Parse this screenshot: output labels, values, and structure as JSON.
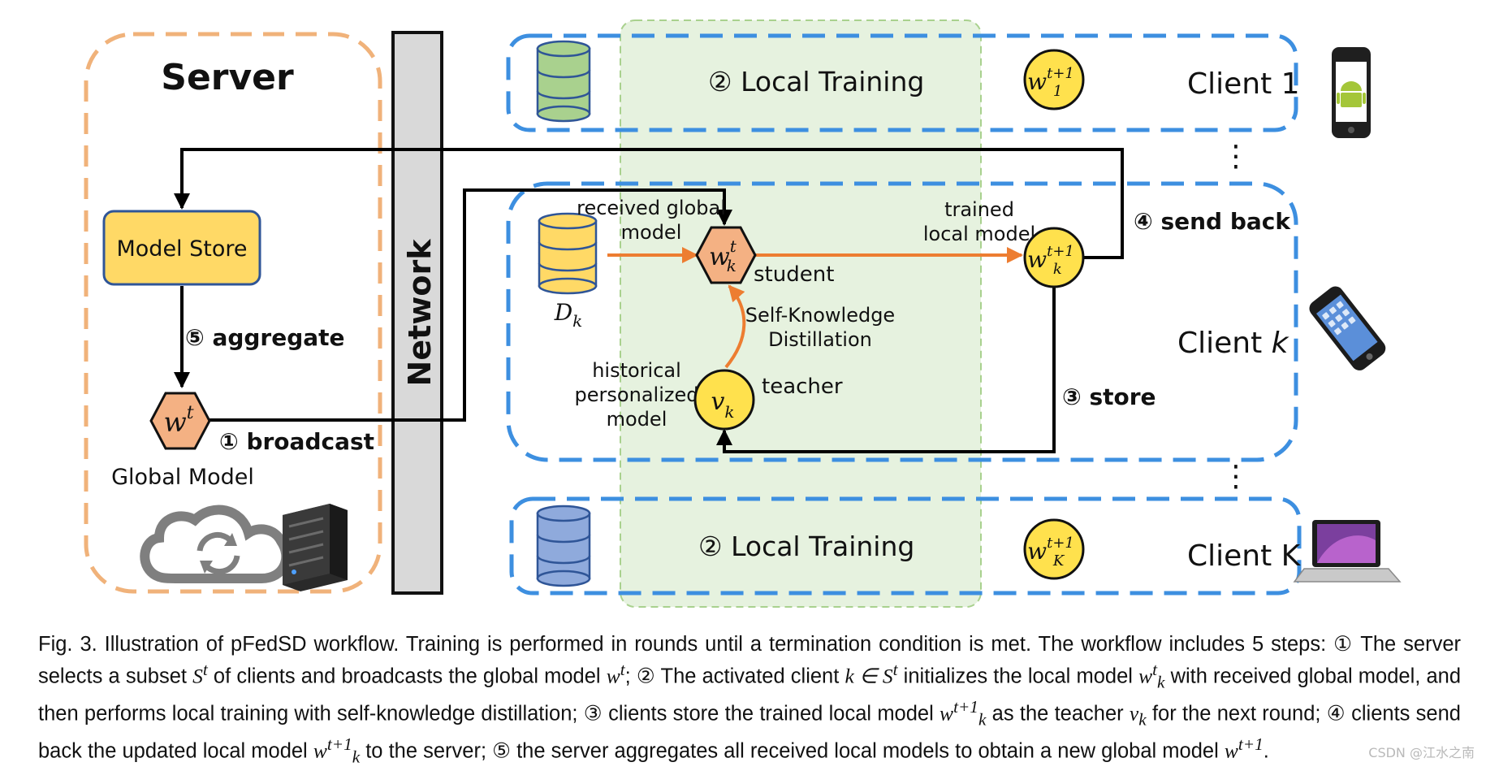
{
  "server": {
    "title": "Server",
    "model_store": "Model Store",
    "global_model_label": "Global Model",
    "global_weight": "w",
    "global_weight_sup": "t"
  },
  "network": {
    "label": "Network"
  },
  "steps": {
    "broadcast": "① broadcast",
    "local_training_1": "② Local Training",
    "local_training_K": "② Local Training",
    "store": "③ store",
    "send_back": "④ send back",
    "aggregate": "⑤ aggregate"
  },
  "clients": {
    "client_1": {
      "label": "Client 1",
      "weight": "w",
      "sup": "t+1",
      "sub": "1"
    },
    "client_k": {
      "label_prefix": "Client ",
      "label_var": "k"
    },
    "client_K": {
      "label": "Client K",
      "weight": "w",
      "sup": "t+1",
      "sub": "K"
    },
    "ellipsis": "⋮"
  },
  "client_k_detail": {
    "dataset": "D",
    "dataset_sub": "k",
    "received_line1": "received global",
    "received_line2": "model",
    "student_weight": "w",
    "student_sup": "t",
    "student_sub": "k",
    "student_label": "student",
    "trained_line1": "trained",
    "trained_line2": "local model",
    "trained_weight": "w",
    "trained_sup": "t+1",
    "trained_sub": "k",
    "skd_line1": "Self-Knowledge",
    "skd_line2": "Distillation",
    "hist_line1": "historical",
    "hist_line2": "personalized",
    "hist_line3": "model",
    "teacher_weight": "v",
    "teacher_sub": "k",
    "teacher_label": "teacher"
  },
  "colors": {
    "server_border": "#f0b27a",
    "client_border": "#3d8fe0",
    "model_store_fill": "#ffd966",
    "model_store_border": "#2f5597",
    "hexagon_fill": "#f4b183",
    "circle_fill": "#ffe14d",
    "training_band": "#e2f0d9",
    "network_fill": "#d9d9d9",
    "orange_arrow": "#ed7d31",
    "db_green": "#a9d18e",
    "db_yellow": "#ffd966",
    "db_blue": "#8faadc"
  },
  "icons": [
    "database-icon",
    "android-phone-icon",
    "iphone-icon",
    "laptop-icon",
    "cloud-sync-icon",
    "server-rack-icon"
  ],
  "caption": {
    "p1": "Fig. 3. Illustration of pFedSD workflow. Training is performed in rounds until a termination condition is met. The workflow includes 5 steps: ① The server selects a subset ",
    "S": "S",
    "S_sup": "t",
    "p2": " of clients and broadcasts the global model ",
    "w": "w",
    "w_sup": "t",
    "p3": "; ② The activated client ",
    "k_in_S": "k ∈ S",
    "k_in_S_sup": "t",
    "p4": " initializes the local model ",
    "wk": "w",
    "wk_sup": "t",
    "wk_sub": "k",
    "p5": " with received global model, and then performs local training with self-knowledge distillation; ③ clients store the trained local model ",
    "wk1": "w",
    "wk1_sup": "t+1",
    "wk1_sub": "k",
    "p6": " as the teacher ",
    "vk": "v",
    "vk_sub": "k",
    "p7": " for the next round; ④ clients send back the updated local model ",
    "wk2": "w",
    "wk2_sup": "t+1",
    "wk2_sub": "k",
    "p8": " to the server; ⑤ the server aggregates all received local models to obtain a new global model ",
    "wg": "w",
    "wg_sup": "t+1",
    "p9": "."
  },
  "watermark": "CSDN @江水之南"
}
